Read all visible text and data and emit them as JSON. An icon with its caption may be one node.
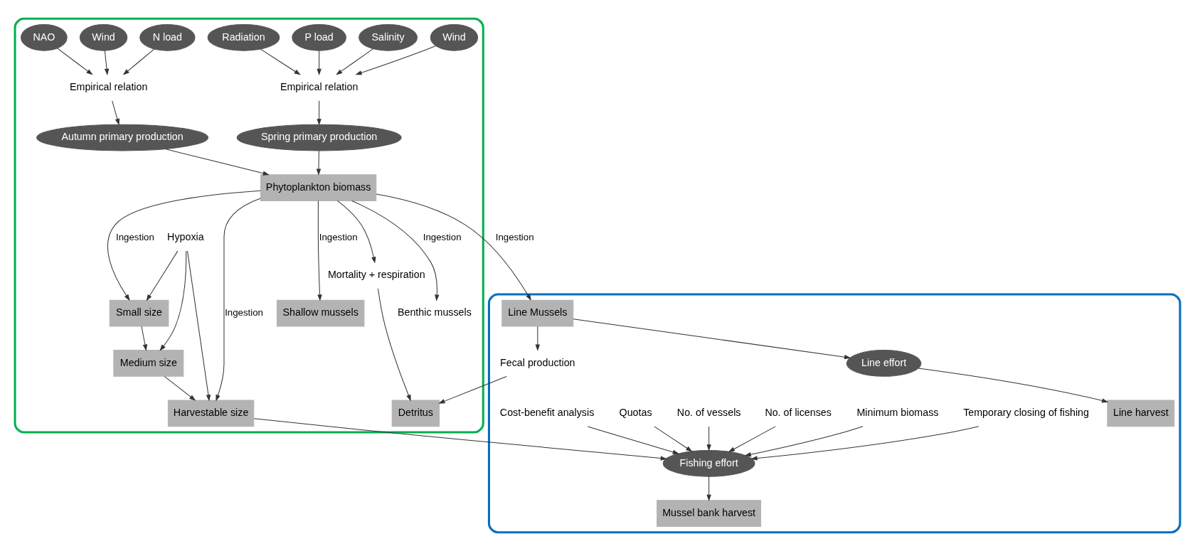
{
  "diagram": {
    "nodes": [
      {
        "text": [],
        "shape": "box"
      },
      {
        "text": [],
        "shape": "box"
      },
      {
        "text": [
          "Radiation"
        ],
        "in": 0
      },
      {
        "text": [
          "Wind"
        ],
        "in": 0
      },
      {
        "text": [
          "Salinity"
        ],
        "in": 0
      },
      {
        "text": [
          "P load"
        ],
        "in": 0
      },
      {
        "text": [
          "Empirical relation"
        ],
        "in": 0
      },
      {
        "text": [
          "Spring primary production"
        ],
        "in": 0
      },
      {
        "text": [
          "Wind"
        ],
        "in": 0
      },
      {
        "text": [
          "NAO"
        ],
        "in": 0
      },
      {
        "text": [
          "N load"
        ],
        "in": 0
      },
      {
        "text": [
          "Empirical relation"
        ],
        "in": 0
      },
      {
        "text": [
          "Autumn primary production"
        ],
        "in": 0
      },
      {
        "text": [
          "Phytoplankton biomass"
        ],
        "in": 0
      },
      {
        "text": [
          "Mortality + respiration"
        ],
        "in": 0
      },
      {
        "text": [
          "Detritus"
        ],
        "in": 0
      },
      {
        "text": [
          "Shallow mussels"
        ],
        "in": 0
      },
      {
        "text": [
          "Small size"
        ],
        "in": 0
      },
      {
        "text": [
          "Medium size"
        ],
        "in": 0
      },
      {
        "text": [
          "Harvestable size"
        ],
        "in": 0
      },
      {
        "text": [
          "Benthic mussels"
        ],
        "in": 0
      },
      {
        "text": [
          "Hypoxia"
        ],
        "in": 0
      },
      {
        "text": [
          "Line Mussels"
        ],
        "in": 1
      },
      {
        "text": [
          "Line effort"
        ],
        "in": 1
      },
      {
        "text": [
          "Line harvest"
        ],
        "in": 1
      },
      {
        "text": [
          "Mussel bank harvest"
        ],
        "in": 1
      },
      {
        "text": [
          "Fecal production"
        ],
        "in": 1
      },
      {
        "text": [
          "Fishing effort"
        ],
        "in": 1
      },
      {
        "text": [
          "Temporary closing of fishing"
        ],
        "in": 1
      },
      {
        "text": [
          "Minimum biomass"
        ],
        "in": 1
      },
      {
        "text": [
          "No. of licenses"
        ],
        "in": 1
      },
      {
        "text": [
          "No. of vessels"
        ],
        "in": 1
      },
      {
        "text": [
          "Quotas"
        ],
        "in": 1
      },
      {
        "text": [
          "Cost-benefit analysis"
        ],
        "in": 1
      }
    ],
    "edges": [
      {
        "from": 5,
        "to": 6,
        "arrow": "to"
      },
      {
        "from": 4,
        "to": 6,
        "arrow": "to"
      },
      {
        "from": 3,
        "to": 6,
        "arrow": "to"
      },
      {
        "from": 2,
        "to": 6,
        "arrow": "to"
      },
      {
        "from": 6,
        "to": 7,
        "arrow": "to"
      },
      {
        "from": 10,
        "to": 11,
        "arrow": "to"
      },
      {
        "from": 9,
        "to": 11,
        "arrow": "to"
      },
      {
        "from": 8,
        "to": 11,
        "arrow": "to"
      },
      {
        "from": 11,
        "to": 12,
        "arrow": "to"
      },
      {
        "from": 12,
        "to": 13,
        "arrow": "to"
      },
      {
        "from": 7,
        "to": 13,
        "arrow": "to"
      },
      {
        "from": 13,
        "to": 22,
        "arrow": "to",
        "label": "Ingestion"
      },
      {
        "from": 13,
        "to": 14,
        "arrow": "to"
      },
      {
        "from": 14,
        "to": 15,
        "arrow": "to"
      },
      {
        "from": 22,
        "to": 23,
        "arrow": "to"
      },
      {
        "from": 23,
        "to": 24,
        "arrow": "to"
      },
      {
        "from": 22,
        "to": 26,
        "arrow": "to"
      },
      {
        "from": 26,
        "to": 15,
        "arrow": "to"
      },
      {
        "from": 13,
        "to": 16,
        "arrow": "to",
        "label": "Ingestion"
      },
      {
        "from": 13,
        "to": 17,
        "arrow": "to",
        "label": "Ingestion"
      },
      {
        "from": 13,
        "to": 20,
        "arrow": "to",
        "label": "Ingestion"
      },
      {
        "from": 13,
        "to": 19,
        "arrow": "to",
        "label": "Ingestion"
      },
      {
        "from": 17,
        "to": 18,
        "arrow": "to"
      },
      {
        "from": 18,
        "to": 19,
        "arrow": "to"
      },
      {
        "from": 21,
        "to": 17,
        "arrow": "to"
      },
      {
        "from": 21,
        "to": 18,
        "arrow": "to"
      },
      {
        "from": 21,
        "to": 19,
        "arrow": "to"
      },
      {
        "from": 19,
        "to": 27,
        "arrow": "to"
      },
      {
        "from": 27,
        "to": 25,
        "arrow": "to"
      },
      {
        "from": 28,
        "to": 27,
        "arrow": "to"
      },
      {
        "from": 29,
        "to": 27,
        "arrow": "to"
      },
      {
        "from": 30,
        "to": 27,
        "arrow": "to"
      },
      {
        "from": 31,
        "to": 27,
        "arrow": "to"
      },
      {
        "from": 32,
        "to": 27,
        "arrow": "to"
      },
      {
        "from": 33,
        "to": 27,
        "arrow": "to"
      }
    ]
  }
}
